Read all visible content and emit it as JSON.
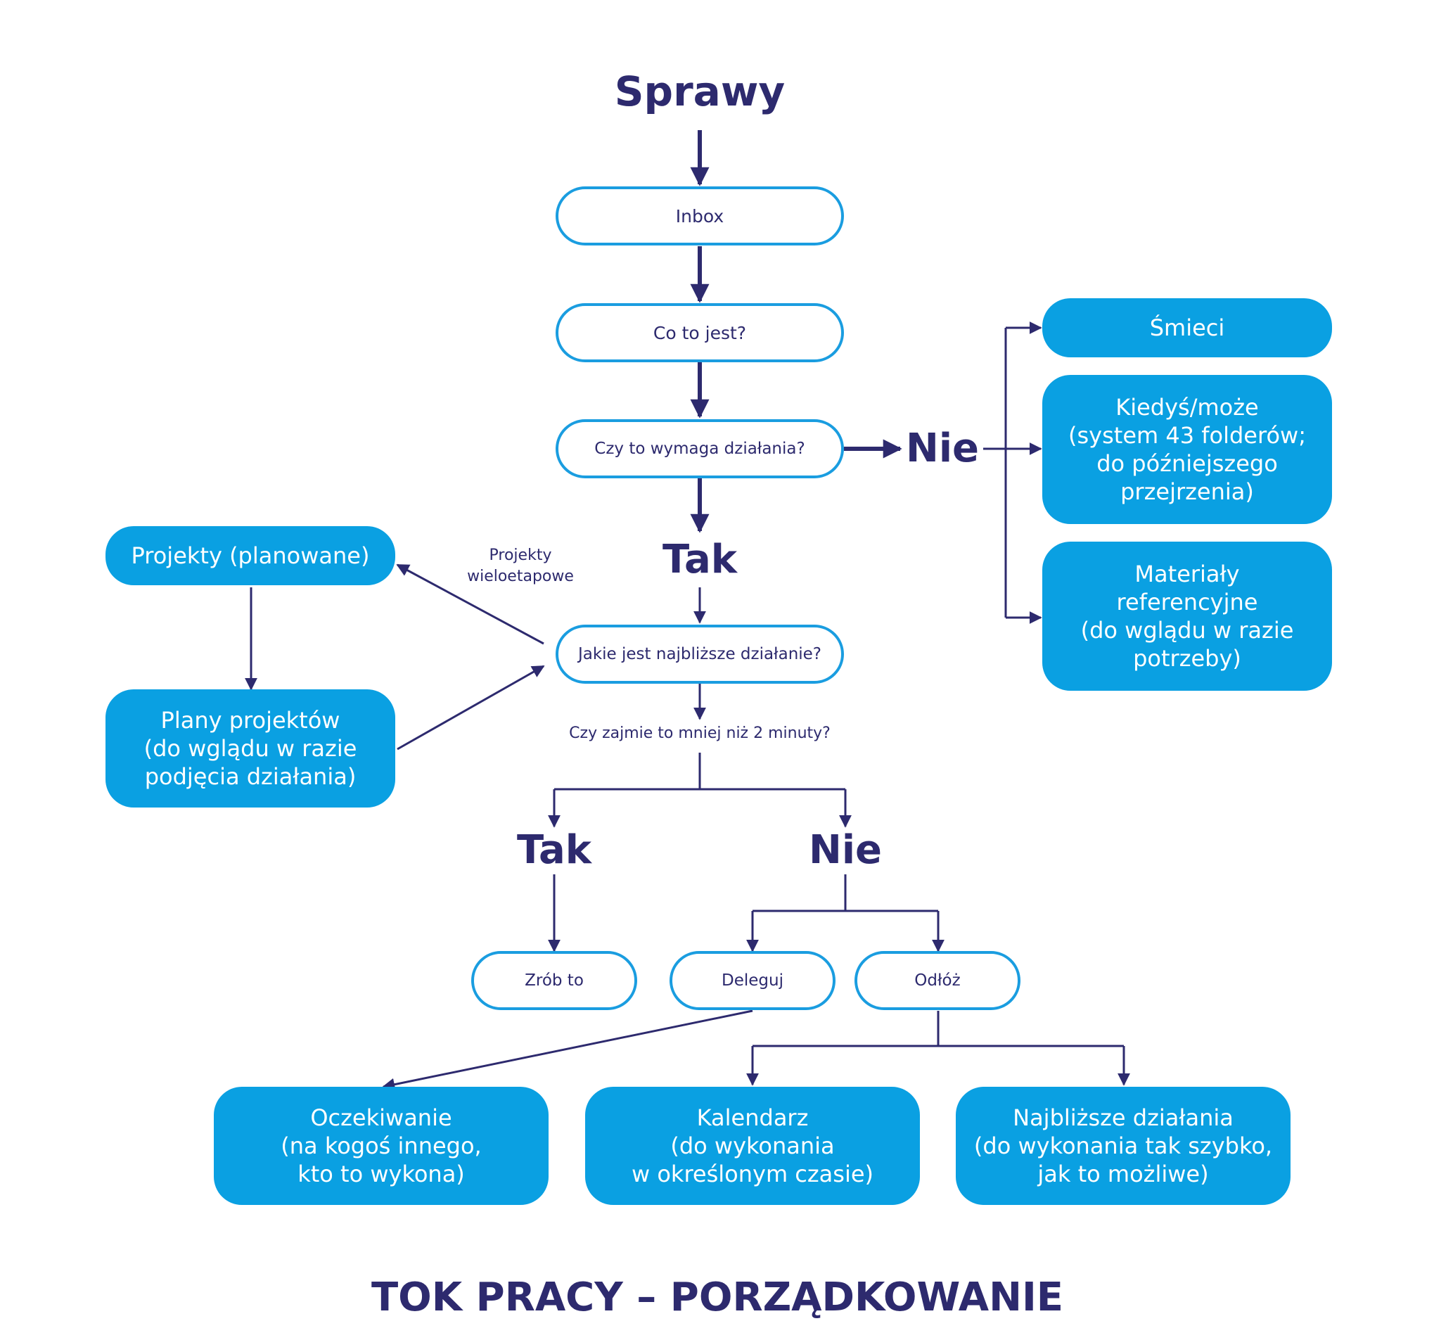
{
  "diagram": {
    "title": "Sprawy",
    "footer_title": "TOK PRACY – PORZĄDKOWANIE",
    "nodes": {
      "inbox": "Inbox",
      "what_is_it": "Co to jest?",
      "needs_action": "Czy to wymaga działania?",
      "next_action": "Jakie jest najbliższe działanie?",
      "trash": "Śmieci",
      "someday": "Kiedyś/może\n(system 43 folderów;\ndo późniejszego\nprzejrzenia)",
      "reference": "Materiały\nreferencyjne\n(do wglądu w razie\npotrzeby)",
      "projects": "Projekty (planowane)",
      "project_plans": "Plany projektów\n(do wglądu w razie\npodjęcia działania)",
      "do_it": "Zrób to",
      "delegate": "Deleguj",
      "defer": "Odłóż",
      "waiting": "Oczekiwanie\n(na kogoś innego,\nkto to wykona)",
      "calendar": "Kalendarz\n(do wykonania\nw określonym czasie)",
      "next_actions": "Najbliższe działania\n(do wykonania tak szybko,\njak to możliwe)"
    },
    "labels": {
      "no_main": "Nie",
      "yes_main": "Tak",
      "multi_step": "Projekty\nwieloetapowe",
      "two_minutes": "Czy zajmie to mniej niż 2 minuty?",
      "yes_2min": "Tak",
      "no_2min": "Nie"
    },
    "colors": {
      "dark": "#2d2a6e",
      "accent": "#0aa0e2",
      "outline": "#1a9de0"
    }
  }
}
